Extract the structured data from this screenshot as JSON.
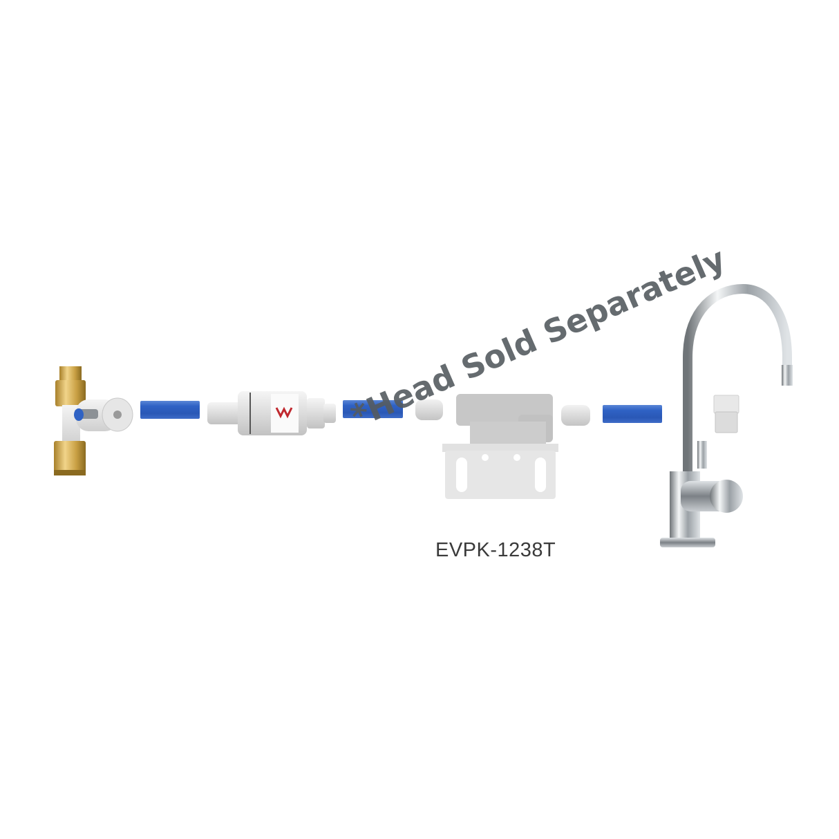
{
  "product": {
    "sku_label": "EVPK-1238T",
    "watermark_text": "*Head Sold Separately",
    "background_color": "#ffffff",
    "tube_color": "#2f62c4",
    "watermark_color": "#555b60",
    "components": [
      {
        "name": "brass tee valve with blue handle"
      },
      {
        "name": "blue tubing segment"
      },
      {
        "name": "pressure limiting valve"
      },
      {
        "name": "blue tubing segment"
      },
      {
        "name": "push-fit connector"
      },
      {
        "name": "filter head with bracket (sold separately)"
      },
      {
        "name": "push-fit connector"
      },
      {
        "name": "blue tubing segment"
      },
      {
        "name": "chrome gooseneck faucet with push-fit adaptor"
      }
    ]
  }
}
